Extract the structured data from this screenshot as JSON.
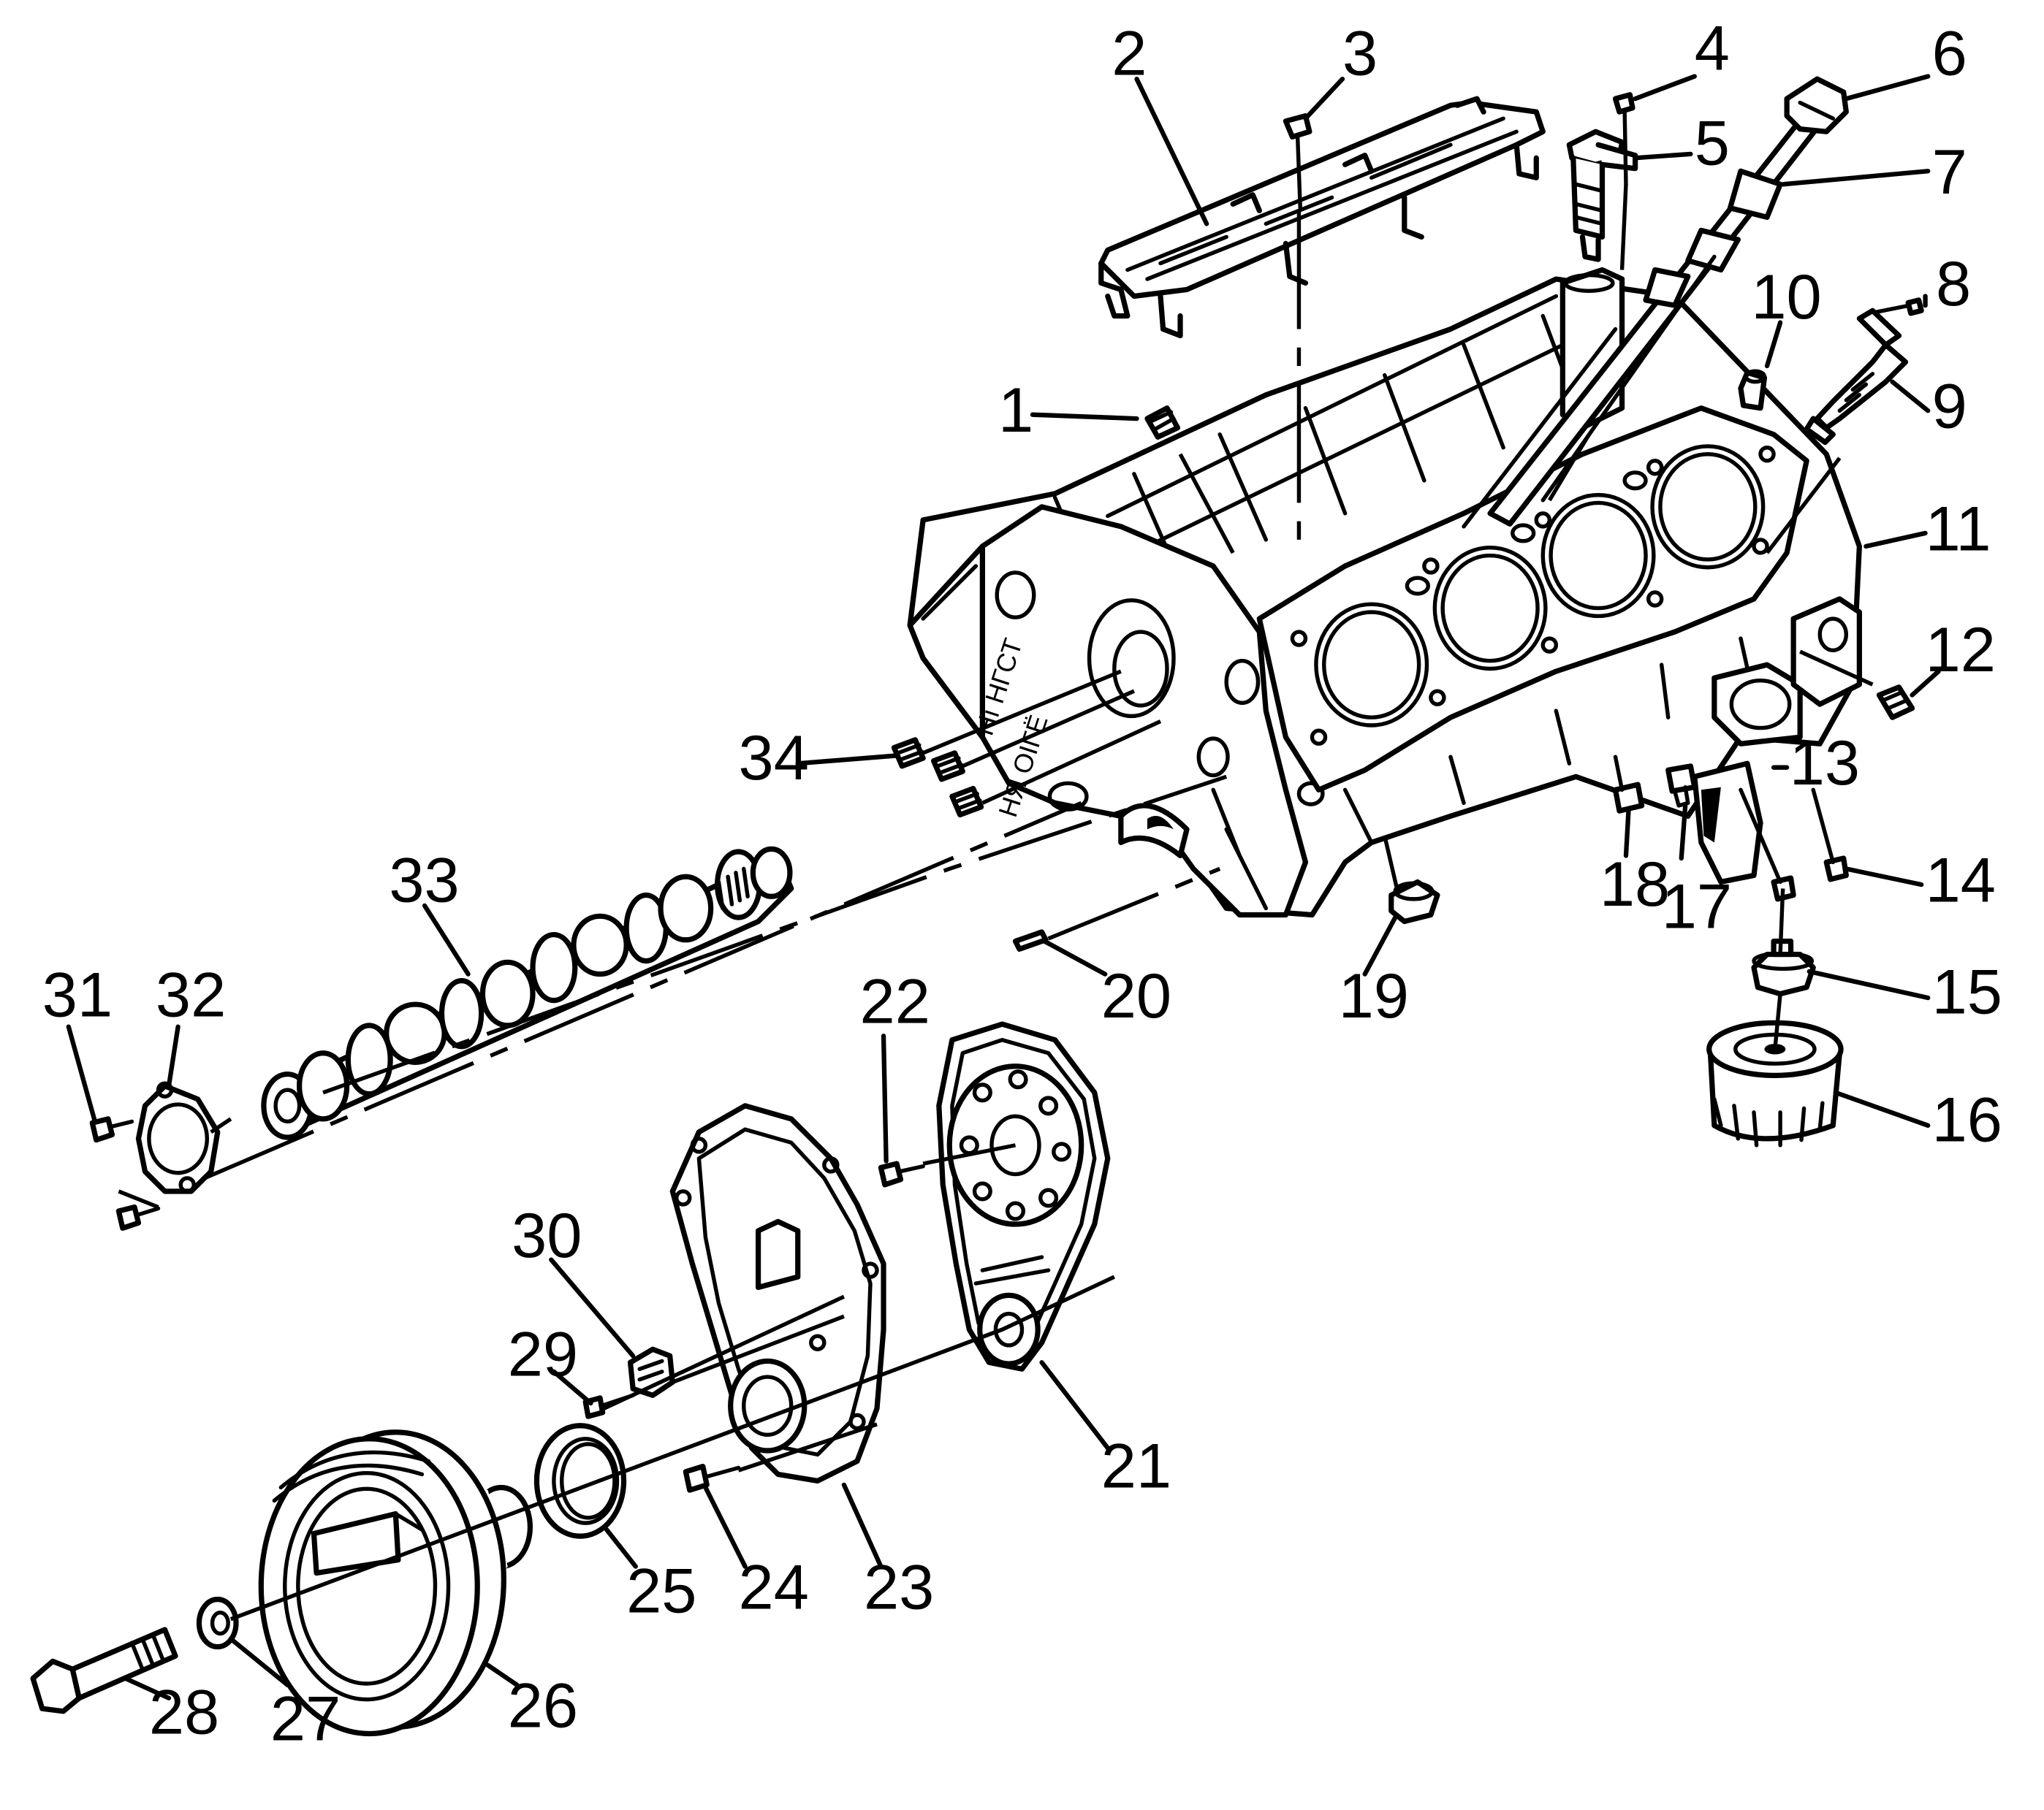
{
  "diagram": {
    "callouts": [
      {
        "id": "c1",
        "text": "1"
      },
      {
        "id": "c2",
        "text": "2"
      },
      {
        "id": "c3",
        "text": "3"
      },
      {
        "id": "c4",
        "text": "4"
      },
      {
        "id": "c5",
        "text": "5"
      },
      {
        "id": "c6",
        "text": "6"
      },
      {
        "id": "c7",
        "text": "7"
      },
      {
        "id": "c8",
        "text": "8"
      },
      {
        "id": "c9",
        "text": "9"
      },
      {
        "id": "c10",
        "text": "10"
      },
      {
        "id": "c11",
        "text": "11"
      },
      {
        "id": "c12",
        "text": "12"
      },
      {
        "id": "c13",
        "text": "13"
      },
      {
        "id": "c14",
        "text": "14"
      },
      {
        "id": "c15",
        "text": "15"
      },
      {
        "id": "c16",
        "text": "16"
      },
      {
        "id": "c17",
        "text": "17"
      },
      {
        "id": "c18",
        "text": "18"
      },
      {
        "id": "c19",
        "text": "19"
      },
      {
        "id": "c20",
        "text": "20"
      },
      {
        "id": "c21",
        "text": "21"
      },
      {
        "id": "c22",
        "text": "22"
      },
      {
        "id": "c23",
        "text": "23"
      },
      {
        "id": "c24",
        "text": "24"
      },
      {
        "id": "c25",
        "text": "25"
      },
      {
        "id": "c26",
        "text": "26"
      },
      {
        "id": "c27",
        "text": "27"
      },
      {
        "id": "c28",
        "text": "28"
      },
      {
        "id": "c29",
        "text": "29"
      },
      {
        "id": "c30",
        "text": "30"
      },
      {
        "id": "c31",
        "text": "31"
      },
      {
        "id": "c32",
        "text": "32"
      },
      {
        "id": "c33",
        "text": "33"
      },
      {
        "id": "c34",
        "text": "34"
      }
    ],
    "block_casting_marks": [
      "Hı НГСТ",
      "НЯ ОІΓЁ"
    ]
  }
}
